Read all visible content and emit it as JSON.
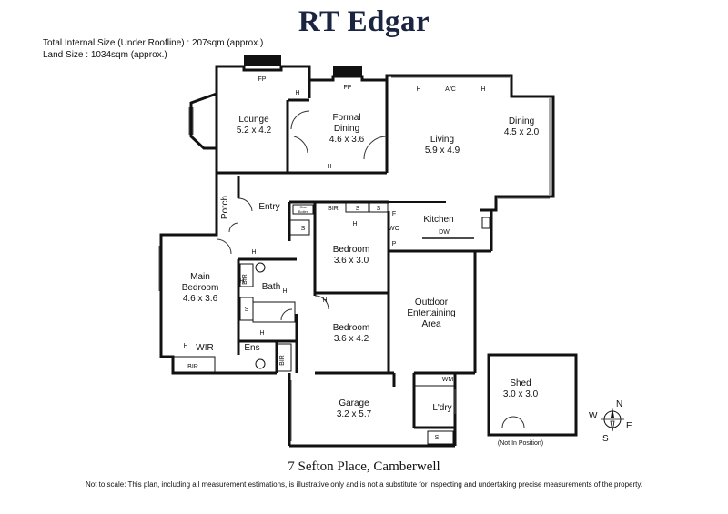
{
  "brand": "RT Edgar",
  "meta": {
    "internal_size": "Total Internal Size (Under Roofline) : 207sqm (approx.)",
    "land_size": "Land Size : 1034sqm (approx.)"
  },
  "rooms": {
    "lounge": {
      "name": "Lounge",
      "dim": "5.2 x 4.2"
    },
    "formal_dining": {
      "name1": "Formal",
      "name2": "Dining",
      "dim": "4.6 x 3.6"
    },
    "living": {
      "name": "Living",
      "dim": "5.9 x 4.9"
    },
    "dining": {
      "name": "Dining",
      "dim": "4.5 x 2.0"
    },
    "kitchen": {
      "name": "Kitchen"
    },
    "entry": {
      "name": "Entry"
    },
    "porch": {
      "name": "Porch"
    },
    "bedroom_a": {
      "name": "Bedroom",
      "dim": "3.6 x 3.0"
    },
    "main_bedroom": {
      "name1": "Main",
      "name2": "Bedroom",
      "dim": "4.6 x 3.6"
    },
    "bath": {
      "name": "Bath"
    },
    "bedroom_b": {
      "name": "Bedroom",
      "dim": "3.6 x 4.2"
    },
    "outdoor": {
      "name1": "Outdoor",
      "name2": "Entertaining",
      "name3": "Area"
    },
    "wir": {
      "name": "WIR"
    },
    "ens": {
      "name": "Ens"
    },
    "garage": {
      "name": "Garage",
      "dim": "3.2 x 5.7"
    },
    "laundry": {
      "name": "L'dry"
    },
    "shed": {
      "name": "Shed",
      "dim": "3.0 x 3.0",
      "note": "(Not In Position)"
    }
  },
  "fixtures": {
    "fp": "FP",
    "h": "H",
    "ac": "A/C",
    "bir": "BIR",
    "s": "S",
    "f": "F",
    "wo": "WO",
    "p": "P",
    "dw": "DW",
    "wm": "WM",
    "gas_boiler_1": "Gas",
    "gas_boiler_2": "Boiler"
  },
  "compass": {
    "n": "N",
    "e": "E",
    "s": "S",
    "w": "W"
  },
  "address": "7 Sefton Place, Camberwell",
  "disclaimer": "Not to scale: This plan, including all measurement estimations, is illustrative only and is not a substitute for inspecting and undertaking precise measurements of the property."
}
